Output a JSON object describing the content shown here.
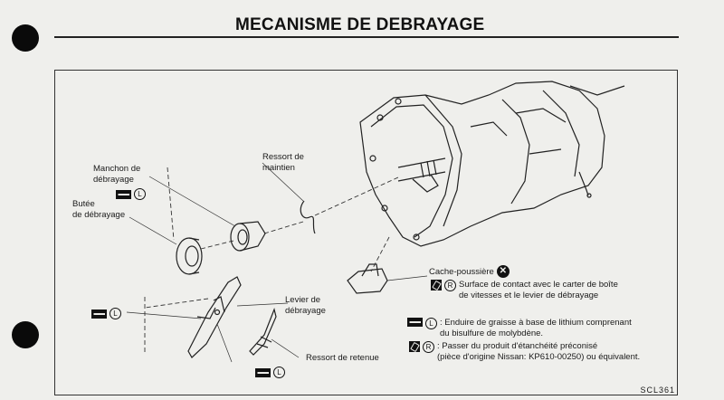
{
  "header": {
    "title": "MECANISME DE DEBRAYAGE"
  },
  "figure": {
    "code": "SCL361",
    "labels": {
      "manchon": "Manchon de\ndébrayage",
      "butee": "Butée\nde débrayage",
      "ressort_maintien": "Ressort de\nmaintien",
      "levier": "Levier de\ndébrayage",
      "ressort_retenue": "Ressort de retenue",
      "cache": "Cache-poussière"
    },
    "symbols": {
      "grease_text": "L",
      "sealant_text": "R",
      "grease_icon": "grease-gun-icon",
      "sealant_icon": "sealant-tube-icon",
      "no_grease_icon": "x-circle-icon"
    }
  },
  "legend": {
    "cache_note_1": "Surface de contact avec le carter de boîte",
    "cache_note_2": "de vitesses et le levier de débrayage",
    "grease_note_1": ": Enduire de graisse à base de lithium comprenant",
    "grease_note_2": "du bisulfure de molybdène.",
    "sealant_note_1": ": Passer du produit d'étanchéité préconisé",
    "sealant_note_2": "(pièce d'origine Nissan: KP610-00250) ou équivalent."
  }
}
